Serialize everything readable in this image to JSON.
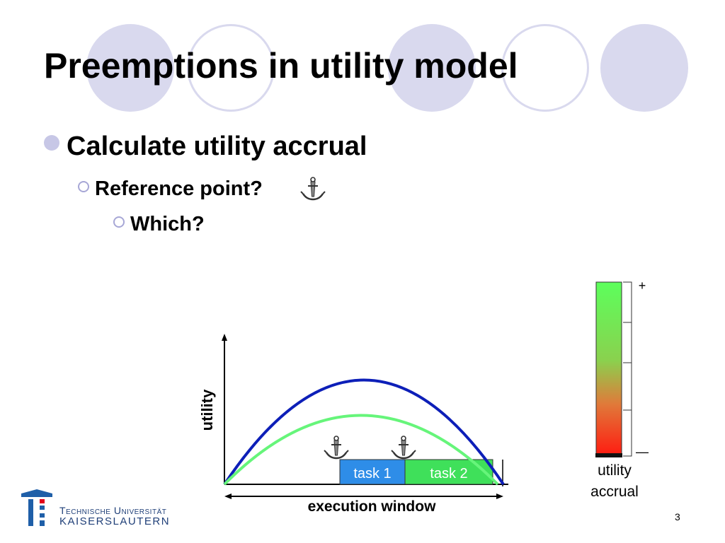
{
  "slide": {
    "title": "Preemptions in utility model",
    "bullet_l1": "Calculate utility accrual",
    "bullet_l2": "Reference point?",
    "bullet_l3": "Which?",
    "page_number": "3"
  },
  "diagram": {
    "y_axis_label": "utility",
    "x_axis_label": "execution window",
    "task1_label": "task 1",
    "task2_label": "task 2",
    "gauge_plus": "+",
    "gauge_minus": "—",
    "gauge_label_line1": "utility",
    "gauge_label_line2": "accrual",
    "colors": {
      "outer_curve": "#0d1fb8",
      "inner_curve": "#66f57a",
      "task1_fill": "#2e8de8",
      "task2_fill": "#3fe05a",
      "gauge_top": "#5cff5c",
      "gauge_bottom": "#ff1a10"
    }
  },
  "logo": {
    "line1": "Technische Universität",
    "line2": "KAISERSLAUTERN"
  },
  "icons": [
    "anchor-icon"
  ]
}
